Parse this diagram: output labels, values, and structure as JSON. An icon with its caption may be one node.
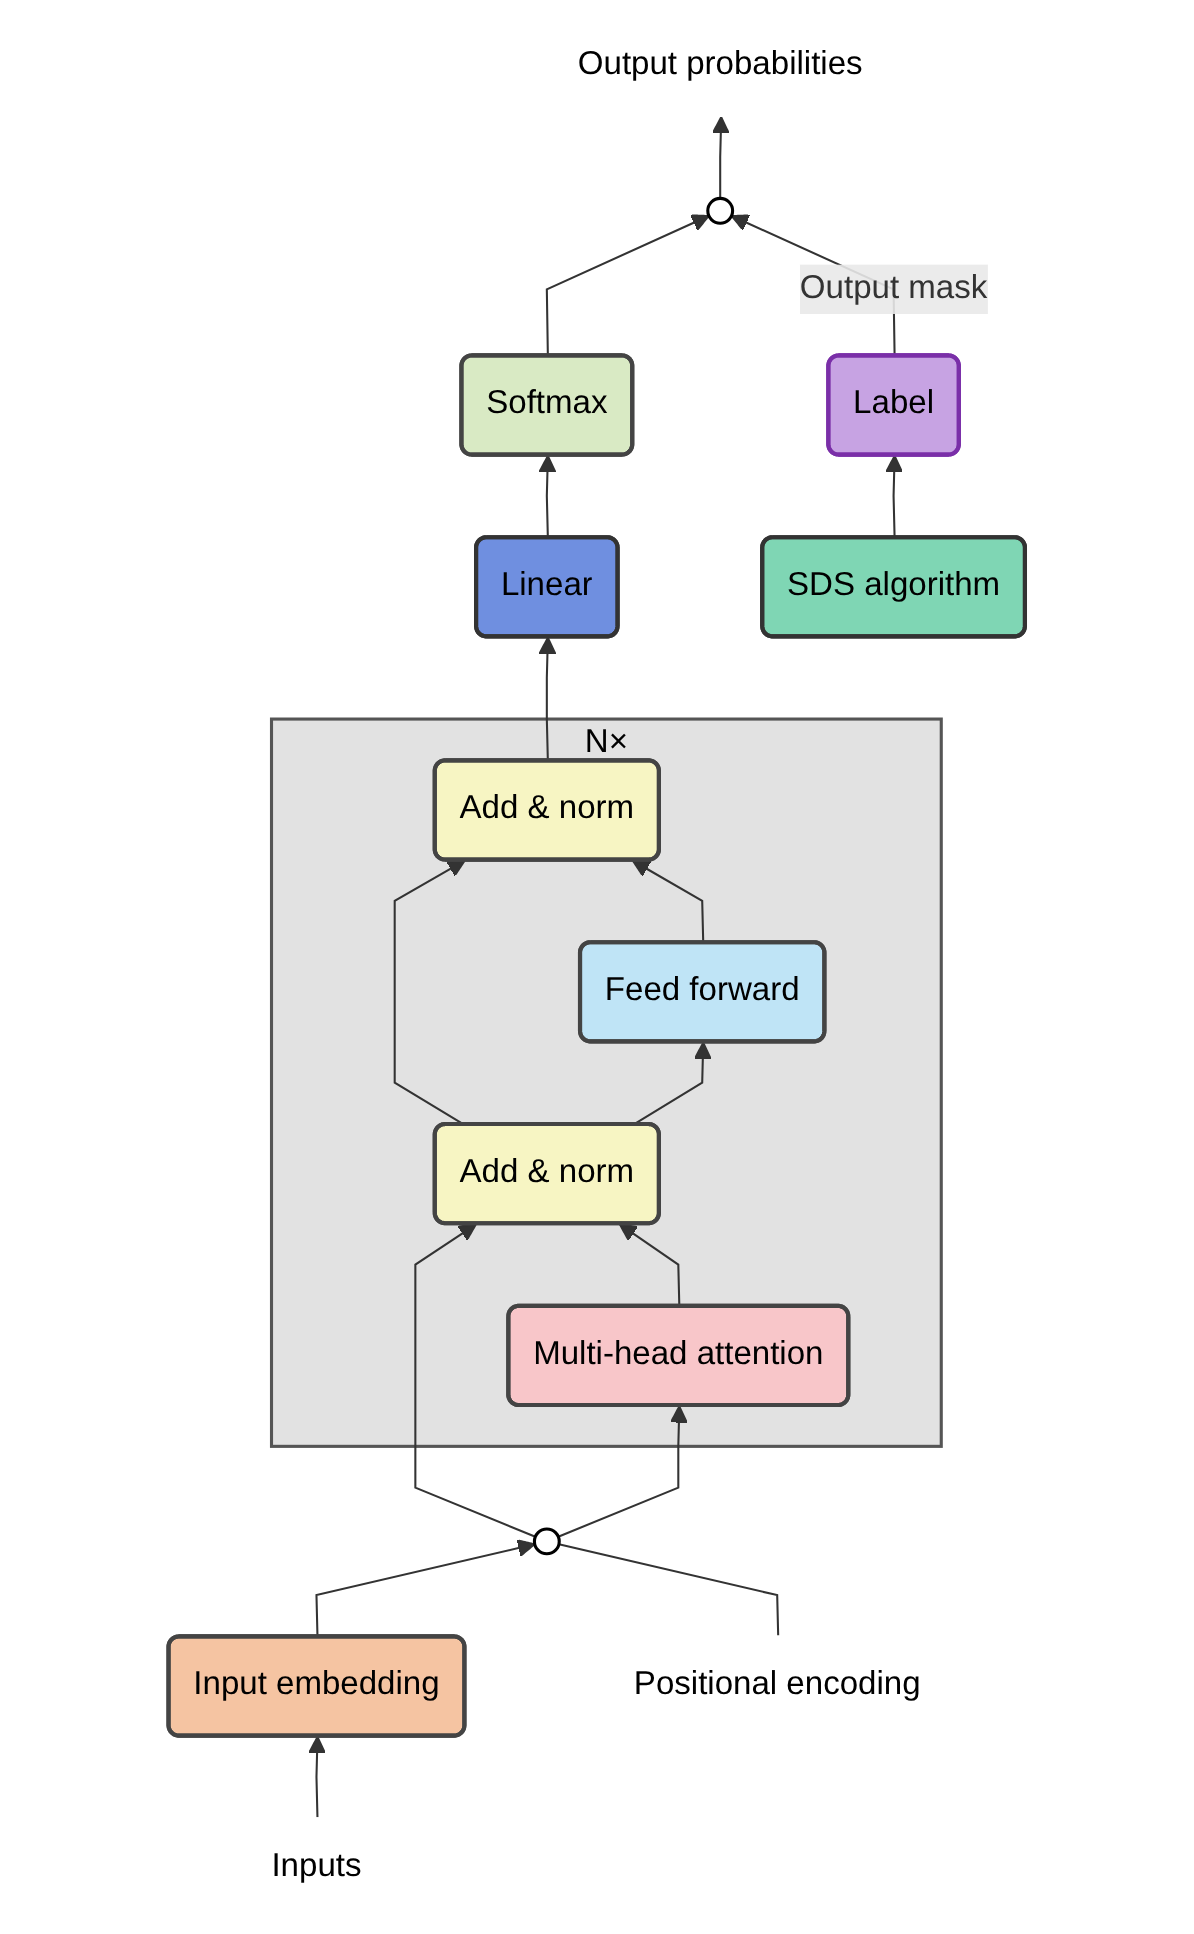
{
  "diagram": {
    "nodes": [
      {
        "text": [
          "SDS algorithm"
        ]
      },
      {
        "text": [
          "Label"
        ]
      },
      {
        "text": [
          "Output probabilities"
        ]
      },
      {
        "text": [],
        "shape": "circle"
      },
      {
        "text": [
          "Softmax"
        ]
      },
      {
        "text": [
          "Linear"
        ]
      },
      {
        "text": [
          "N×"
        ]
      },
      {
        "text": [
          "Add & norm"
        ],
        "in": 6
      },
      {
        "text": [
          "Feed forward"
        ],
        "in": 6
      },
      {
        "text": [
          "Add & norm"
        ],
        "in": 6
      },
      {
        "text": [
          "Multi-head attention"
        ],
        "in": 6
      },
      {
        "text": [
          "Positional encoding"
        ]
      },
      {
        "text": [],
        "shape": "circle"
      },
      {
        "text": [
          "Input embedding"
        ]
      },
      {
        "text": [
          "Inputs"
        ]
      }
    ],
    "edges": [
      {
        "from": 14,
        "to": 13,
        "arrow": "to"
      },
      {
        "from": 13,
        "to": 12,
        "arrow": "to"
      },
      {
        "from": 11,
        "to": 12,
        "arrow": "none"
      },
      {
        "from": 12,
        "to": 10,
        "arrow": "to"
      },
      {
        "from": 12,
        "to": 9,
        "arrow": "to"
      },
      {
        "from": 10,
        "to": 9,
        "arrow": "to"
      },
      {
        "from": 9,
        "to": 8,
        "arrow": "to"
      },
      {
        "from": 9,
        "to": 7,
        "arrow": "to"
      },
      {
        "from": 8,
        "to": 7,
        "arrow": "to"
      },
      {
        "from": 7,
        "to": 5,
        "arrow": "to"
      },
      {
        "from": 5,
        "to": 4,
        "arrow": "to"
      },
      {
        "from": 4,
        "to": 3,
        "arrow": "to"
      },
      {
        "from": 3,
        "to": 2,
        "arrow": "to"
      },
      {
        "from": 0,
        "to": 1,
        "arrow": "to"
      },
      {
        "from": 1,
        "to": 3,
        "label": "Output mask",
        "arrow": "to"
      }
    ]
  }
}
